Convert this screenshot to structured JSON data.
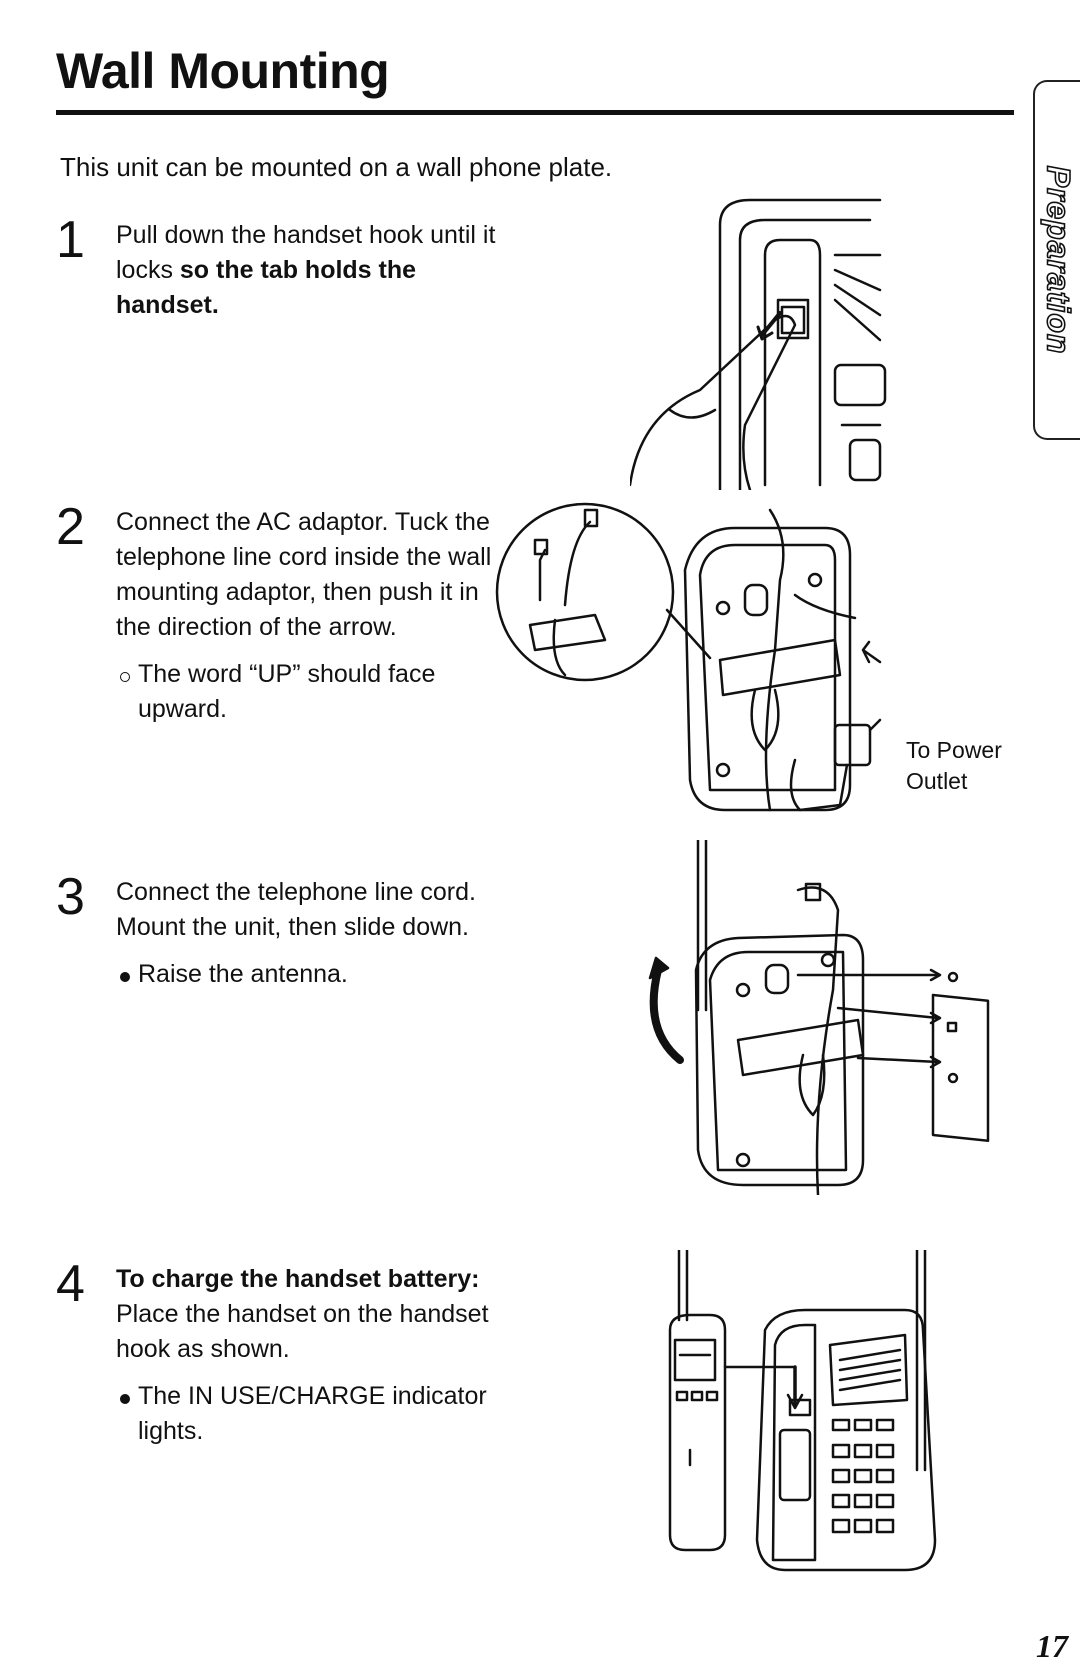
{
  "page": {
    "title": "Wall Mounting",
    "side_tab": "Preparation",
    "intro": "This unit can be mounted on a wall phone plate.",
    "page_number": "17"
  },
  "steps": [
    {
      "number": "1",
      "text_plain": "Pull down the handset hook until it locks ",
      "text_bold": "so the tab holds the handset."
    },
    {
      "number": "2",
      "text": "Connect the AC adaptor. Tuck the telephone line cord inside the wall mounting adaptor, then push it in the direction of the arrow.",
      "note": "The word “UP” should face upward."
    },
    {
      "number": "3",
      "text": "Connect the telephone line cord. Mount the unit, then slide down.",
      "note": "Raise the antenna."
    },
    {
      "number": "4",
      "text_bold": "To charge the handset battery:",
      "text_plain": " Place the handset on the handset hook as shown.",
      "note": "The IN USE/CHARGE indicator lights."
    }
  ],
  "figures": {
    "power_label_line1": "To Power",
    "power_label_line2": "Outlet"
  }
}
